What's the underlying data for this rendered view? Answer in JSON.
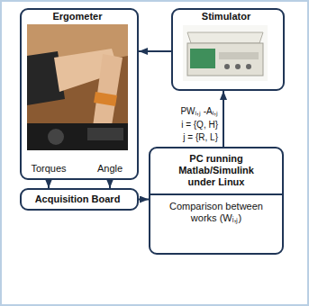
{
  "diagram": {
    "nodes": [
      {
        "text": [
          "Ergometer",
          "Torques",
          "Angle"
        ]
      },
      {
        "text": [
          "Stimulator"
        ]
      },
      {
        "text": [
          "Acquisition Board"
        ]
      },
      {
        "text": [
          "PC running Matlab/Simulink under Linux",
          "Comparison between works (Wᵢ,ⱼ)"
        ]
      }
    ],
    "edges": [
      {
        "from": 1,
        "to": 0,
        "arrow": "to"
      },
      {
        "from": 3,
        "to": 1,
        "arrow": "to"
      },
      {
        "from": 0,
        "to": 2,
        "arrow": "to"
      },
      {
        "from": 0,
        "to": 2,
        "arrow": "to"
      },
      {
        "from": 2,
        "to": 3,
        "arrow": "to"
      }
    ],
    "labels": [
      "PWᵢ,ⱼ -Aᵢ,ⱼ",
      "i = {Q, H}",
      "j = {R, L}"
    ]
  }
}
